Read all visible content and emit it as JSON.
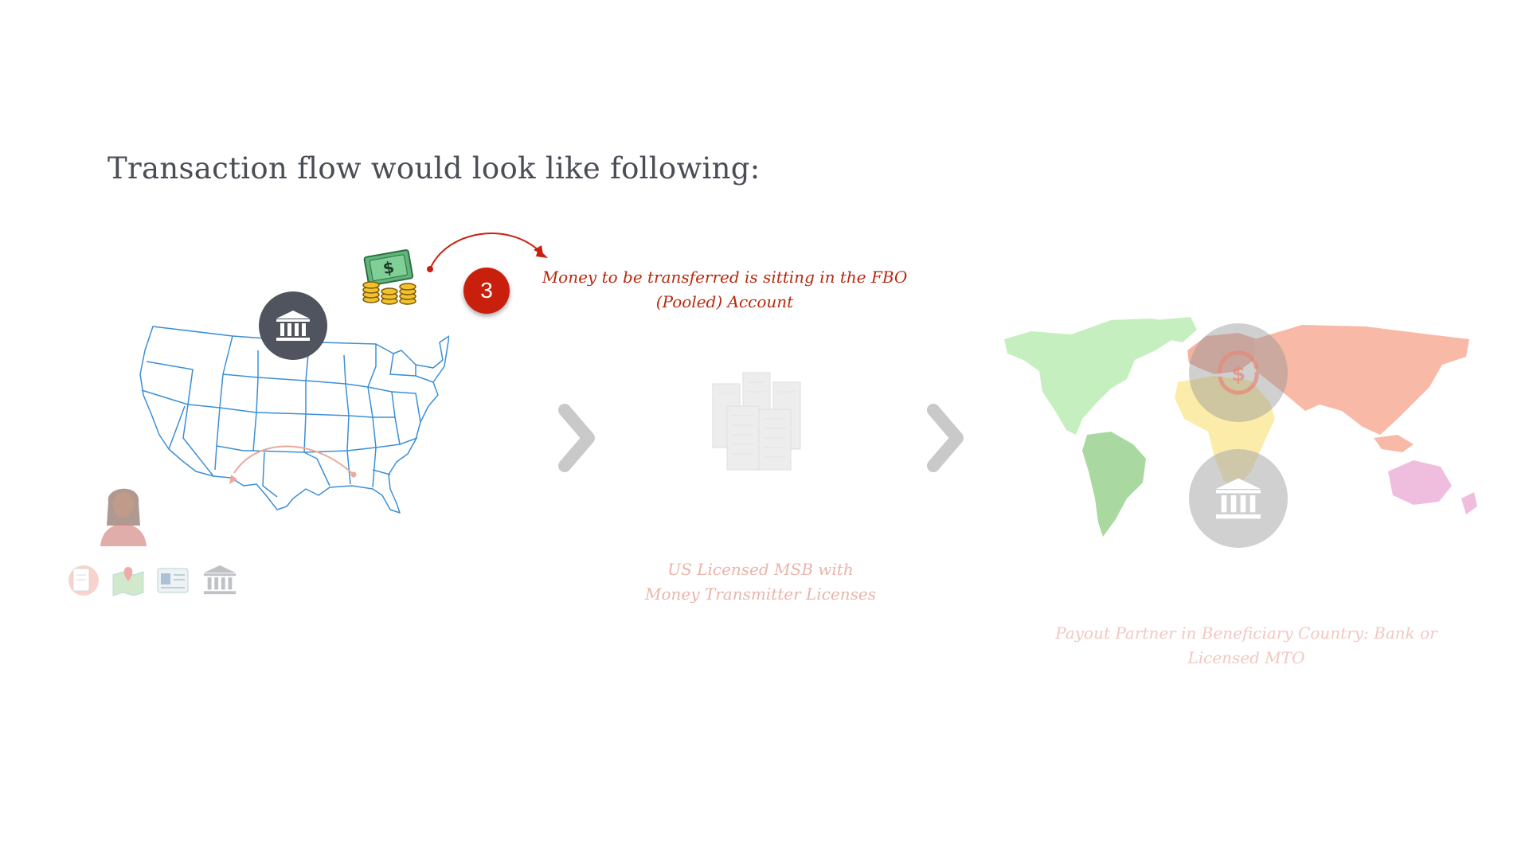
{
  "title": "Transaction flow would look like following:",
  "step": {
    "number": "3",
    "note_line1": "Money to be transferred is sitting in the FBO",
    "note_line2": "(Pooled) Account"
  },
  "msb": {
    "line1": "US Licensed MSB with",
    "line2": "Money Transmitter Licenses"
  },
  "payout": {
    "line1": "Payout Partner in Beneficiary Country: Bank or",
    "line2": "Licensed MTO"
  },
  "icons": {
    "money": "money-stack-icon",
    "us_bank": "bank-icon",
    "sender": "person-avatar-icon",
    "requirements": [
      "id-document-icon",
      "map-icon",
      "id-card-icon",
      "bank-icon"
    ],
    "buildings": "office-buildings-icon",
    "exchange": "currency-exchange-icon",
    "payout_bank": "bank-icon"
  },
  "colors": {
    "accent_red": "#c9200e",
    "map_stroke": "#3c8fd6",
    "bank_dark": "#4f545e",
    "faded_text": "#eab4a9",
    "region_americas_north": "#c6efc0",
    "region_americas_south": "#a9d9a0",
    "region_europe": "#f3b3a3",
    "region_africa": "#fbecaa",
    "region_asia": "#f8b9a6",
    "region_oceania": "#efbedf"
  }
}
